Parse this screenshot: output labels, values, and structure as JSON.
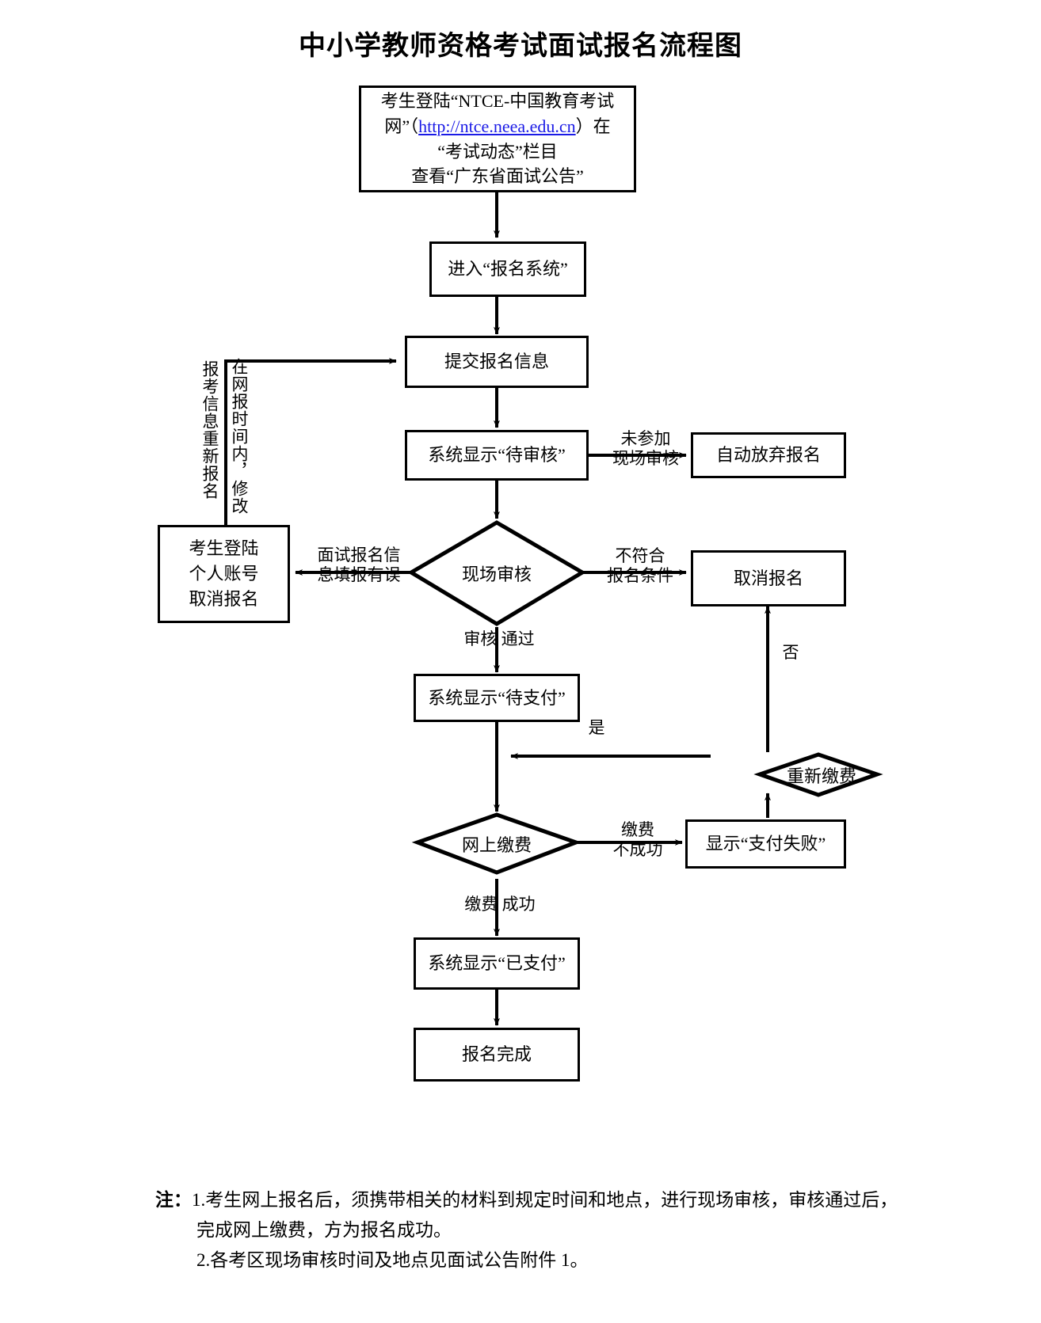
{
  "title": "中小学教师资格考试面试报名流程图",
  "colors": {
    "line": "#000000",
    "box_border": "#000000",
    "background": "#ffffff",
    "link": "#1a1ae6"
  },
  "chart_data": {
    "type": "diagram",
    "diagram_kind": "flowchart",
    "title": "中小学教师资格考试面试报名流程图",
    "nodes": [
      {
        "id": "n1",
        "shape": "rect",
        "text": "考生登陆“NTCE-中国教育考试网”（http://ntce.neea.edu.cn）在“考试动态”栏目查看“广东省面试公告”"
      },
      {
        "id": "n2",
        "shape": "rect",
        "text": "进入“报名系统”"
      },
      {
        "id": "n3",
        "shape": "rect",
        "text": "提交报名信息"
      },
      {
        "id": "n4",
        "shape": "rect",
        "text": "系统显示“待审核”"
      },
      {
        "id": "n5",
        "shape": "rect",
        "text": "自动放弃报名"
      },
      {
        "id": "n6",
        "shape": "diamond",
        "text": "现场审核"
      },
      {
        "id": "n7",
        "shape": "rect",
        "text": "考生登陆个人账号取消报名"
      },
      {
        "id": "n8",
        "shape": "rect",
        "text": "取消报名"
      },
      {
        "id": "n9",
        "shape": "rect",
        "text": "系统显示“待支付”"
      },
      {
        "id": "n10",
        "shape": "diamond",
        "text": "重新缴费"
      },
      {
        "id": "n11",
        "shape": "diamond",
        "text": "网上缴费"
      },
      {
        "id": "n12",
        "shape": "rect",
        "text": "显示“支付失败”"
      },
      {
        "id": "n13",
        "shape": "rect",
        "text": "系统显示“已支付”"
      },
      {
        "id": "n14",
        "shape": "rect",
        "text": "报名完成"
      }
    ],
    "edges": [
      {
        "from": "n1",
        "to": "n2",
        "label": ""
      },
      {
        "from": "n2",
        "to": "n3",
        "label": ""
      },
      {
        "from": "n3",
        "to": "n4",
        "label": ""
      },
      {
        "from": "n4",
        "to": "n5",
        "label": "未参加\n现场审核"
      },
      {
        "from": "n4",
        "to": "n6",
        "label": ""
      },
      {
        "from": "n6",
        "to": "n7",
        "label": "面试报名信\n息填报有误"
      },
      {
        "from": "n6",
        "to": "n8",
        "label": "不符合\n报名条件"
      },
      {
        "from": "n6",
        "to": "n9",
        "label": "审核 通过"
      },
      {
        "from": "n7",
        "to": "n3",
        "label": "报考信息重新报名 / 在网报时间内，修改"
      },
      {
        "from": "n9",
        "to": "n11",
        "label": ""
      },
      {
        "from": "n10",
        "to": "n9",
        "label": "是"
      },
      {
        "from": "n10",
        "to": "n8",
        "label": "否"
      },
      {
        "from": "n11",
        "to": "n12",
        "label": "缴费\n不成功"
      },
      {
        "from": "n11",
        "to": "n13",
        "label": "缴费 成功"
      },
      {
        "from": "n12",
        "to": "n10",
        "label": ""
      },
      {
        "from": "n13",
        "to": "n14",
        "label": ""
      }
    ]
  },
  "nodes": {
    "start": {
      "line1": "考生登陆“NTCE-中国教育考试",
      "line2_pre": "网”（",
      "line2_link": "http://ntce.neea.edu.cn",
      "line2_post": "）在",
      "line3": "“考试动态”栏目",
      "line4": "查看“广东省面试公告”"
    },
    "enter_system": "进入“报名系统”",
    "submit_info": "提交报名信息",
    "pending_review": "系统显示“待审核”",
    "auto_giveup": "自动放弃报名",
    "onsite_review": "现场审核",
    "cancel_via_account": "考生登陆\n个人账号\n取消报名",
    "cancel_reg": "取消报名",
    "pending_pay": "系统显示“待支付”",
    "repay": "重新缴费",
    "online_pay": "网上缴费",
    "pay_failed": "显示“支付失败”",
    "paid": "系统显示“已支付”",
    "done": "报名完成"
  },
  "edge_labels": {
    "no_onsite": "未参加\n现场审核",
    "not_qualified": "不符合\n报名条件",
    "wrong_info": "面试报名信\n息填报有误",
    "review_pass": "审核 通过",
    "yes": "是",
    "no": "否",
    "pay_fail": "缴费\n不成功",
    "pay_success": "缴费 成功",
    "reapply_vertical": "报考信息重新报名",
    "modify_vertical": "在网报时间内，修改"
  },
  "notes": {
    "lead": "注：",
    "item1_num": "1.",
    "item1_line1": "考生网上报名后，须携带相关的材料到规定时间和地点，进行现场审核，审核通过后，",
    "item1_line2": "完成网上缴费，方为报名成功。",
    "item2": "2.各考区现场审核时间及地点见面试公告附件 1。"
  }
}
